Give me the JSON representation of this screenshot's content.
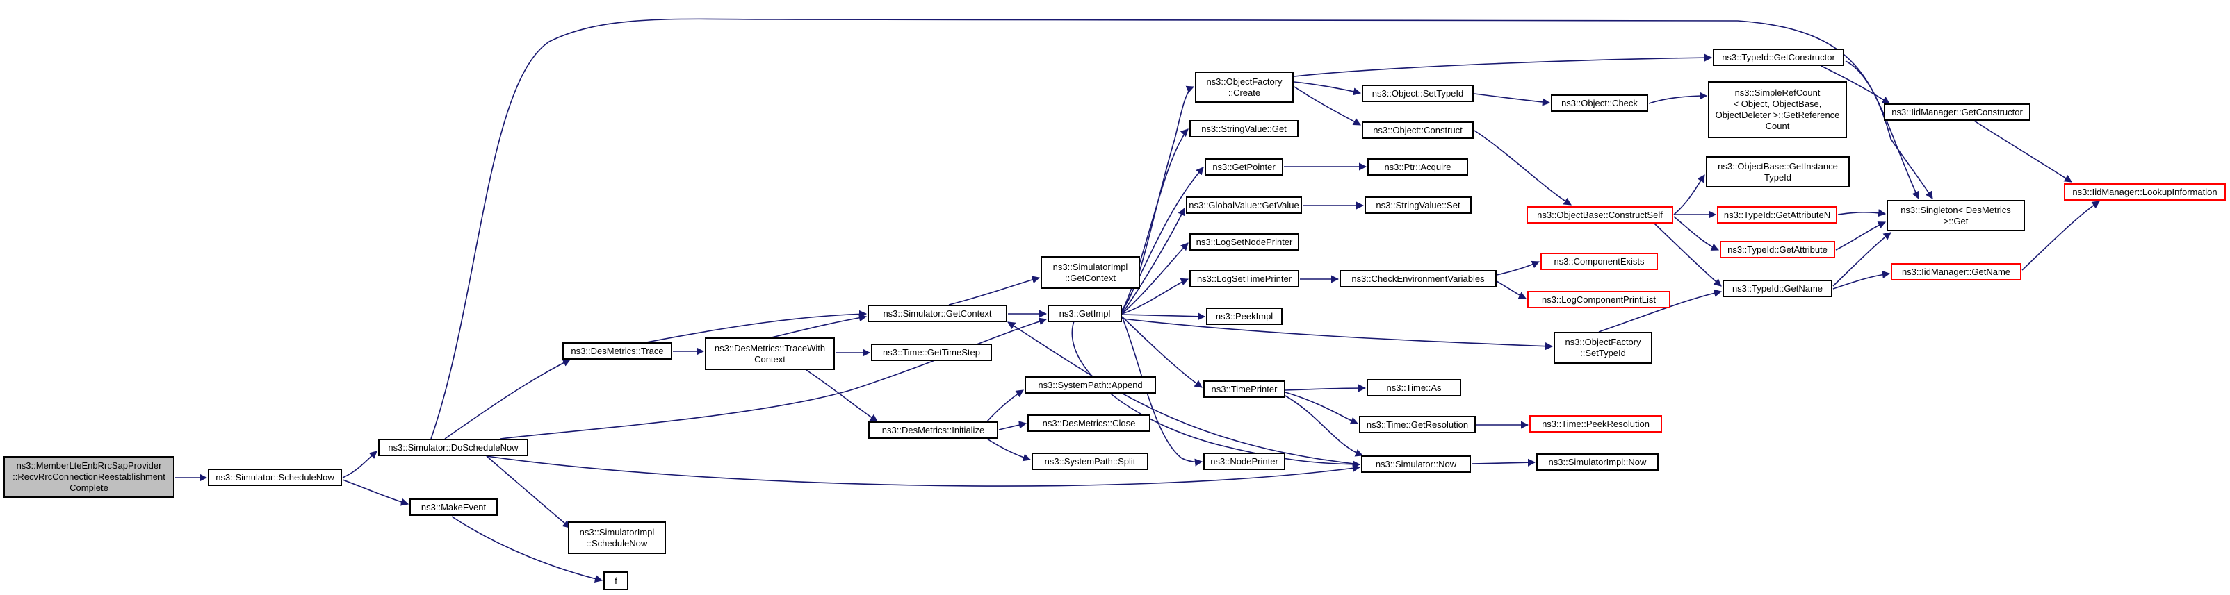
{
  "colors": {
    "edge": "#191970",
    "border": "#000000",
    "red_border": "#ff0000",
    "root_fill": "#bfbfbf"
  },
  "nodes": {
    "root": "ns3::MemberLteEnbRrcSapProvider\n::RecvRrcConnectionReestablishment\nComplete",
    "schedule_now": "ns3::Simulator::ScheduleNow",
    "do_schedule_now": "ns3::Simulator::DoScheduleNow",
    "make_event": "ns3::MakeEvent",
    "des_trace": "ns3::DesMetrics::Trace",
    "simimpl_schedulenow": "ns3::SimulatorImpl\n::ScheduleNow",
    "f": "f",
    "trace_with_context": "ns3::DesMetrics::TraceWith\nContext",
    "sim_getcontext": "ns3::Simulator::GetContext",
    "time_gettimestep": "ns3::Time::GetTimeStep",
    "des_initialize": "ns3::DesMetrics::Initialize",
    "simimpl_getcontext": "ns3::SimulatorImpl\n::GetContext",
    "getimpl": "ns3::GetImpl",
    "sp_append": "ns3::SystemPath::Append",
    "des_close": "ns3::DesMetrics::Close",
    "sp_split": "ns3::SystemPath::Split",
    "objfactory_create": "ns3::ObjectFactory\n::Create",
    "stringvalue_get": "ns3::StringValue::Get",
    "getpointer": "ns3::GetPointer",
    "globalvalue_getvalue": "ns3::GlobalValue::GetValue",
    "logsetnodeprinter": "ns3::LogSetNodePrinter",
    "logsettimeprinter": "ns3::LogSetTimePrinter",
    "peekimpl": "ns3::PeekImpl",
    "timeprinter": "ns3::TimePrinter",
    "nodeprinter": "ns3::NodePrinter",
    "object_settypeid": "ns3::Object::SetTypeId",
    "object_construct": "ns3::Object::Construct",
    "ptr_acquire": "ns3::Ptr::Acquire",
    "stringvalue_set": "ns3::StringValue::Set",
    "checkenv": "ns3::CheckEnvironmentVariables",
    "time_as": "ns3::Time::As",
    "time_getresolution": "ns3::Time::GetResolution",
    "sim_now": "ns3::Simulator::Now",
    "object_check": "ns3::Object::Check",
    "objbase_constructself": "ns3::ObjectBase::ConstructSelf",
    "componentexists": "ns3::ComponentExists",
    "logcomponentprintlist": "ns3::LogComponentPrintList",
    "time_peekresolution": "ns3::Time::PeekResolution",
    "simimpl_now": "ns3::SimulatorImpl::Now",
    "objfactory_settypeid": "ns3::ObjectFactory\n::SetTypeId",
    "typeid_getconstructor": "ns3::TypeId::GetConstructor",
    "simplerefcount": "ns3::SimpleRefCount\n< Object, ObjectBase,\nObjectDeleter >::GetReference\nCount",
    "objbase_getinstancetypeid": "ns3::ObjectBase::GetInstance\nTypeId",
    "typeid_getattributen": "ns3::TypeId::GetAttributeN",
    "typeid_getattribute": "ns3::TypeId::GetAttribute",
    "typeid_getname": "ns3::TypeId::GetName",
    "iidmanager_getconstructor": "ns3::IidManager::GetConstructor",
    "singleton_get": "ns3::Singleton< DesMetrics\n >::Get",
    "iidmanager_getname": "ns3::IidManager::GetName",
    "iidmanager_lookupinformation": "ns3::IidManager::LookupInformation"
  }
}
